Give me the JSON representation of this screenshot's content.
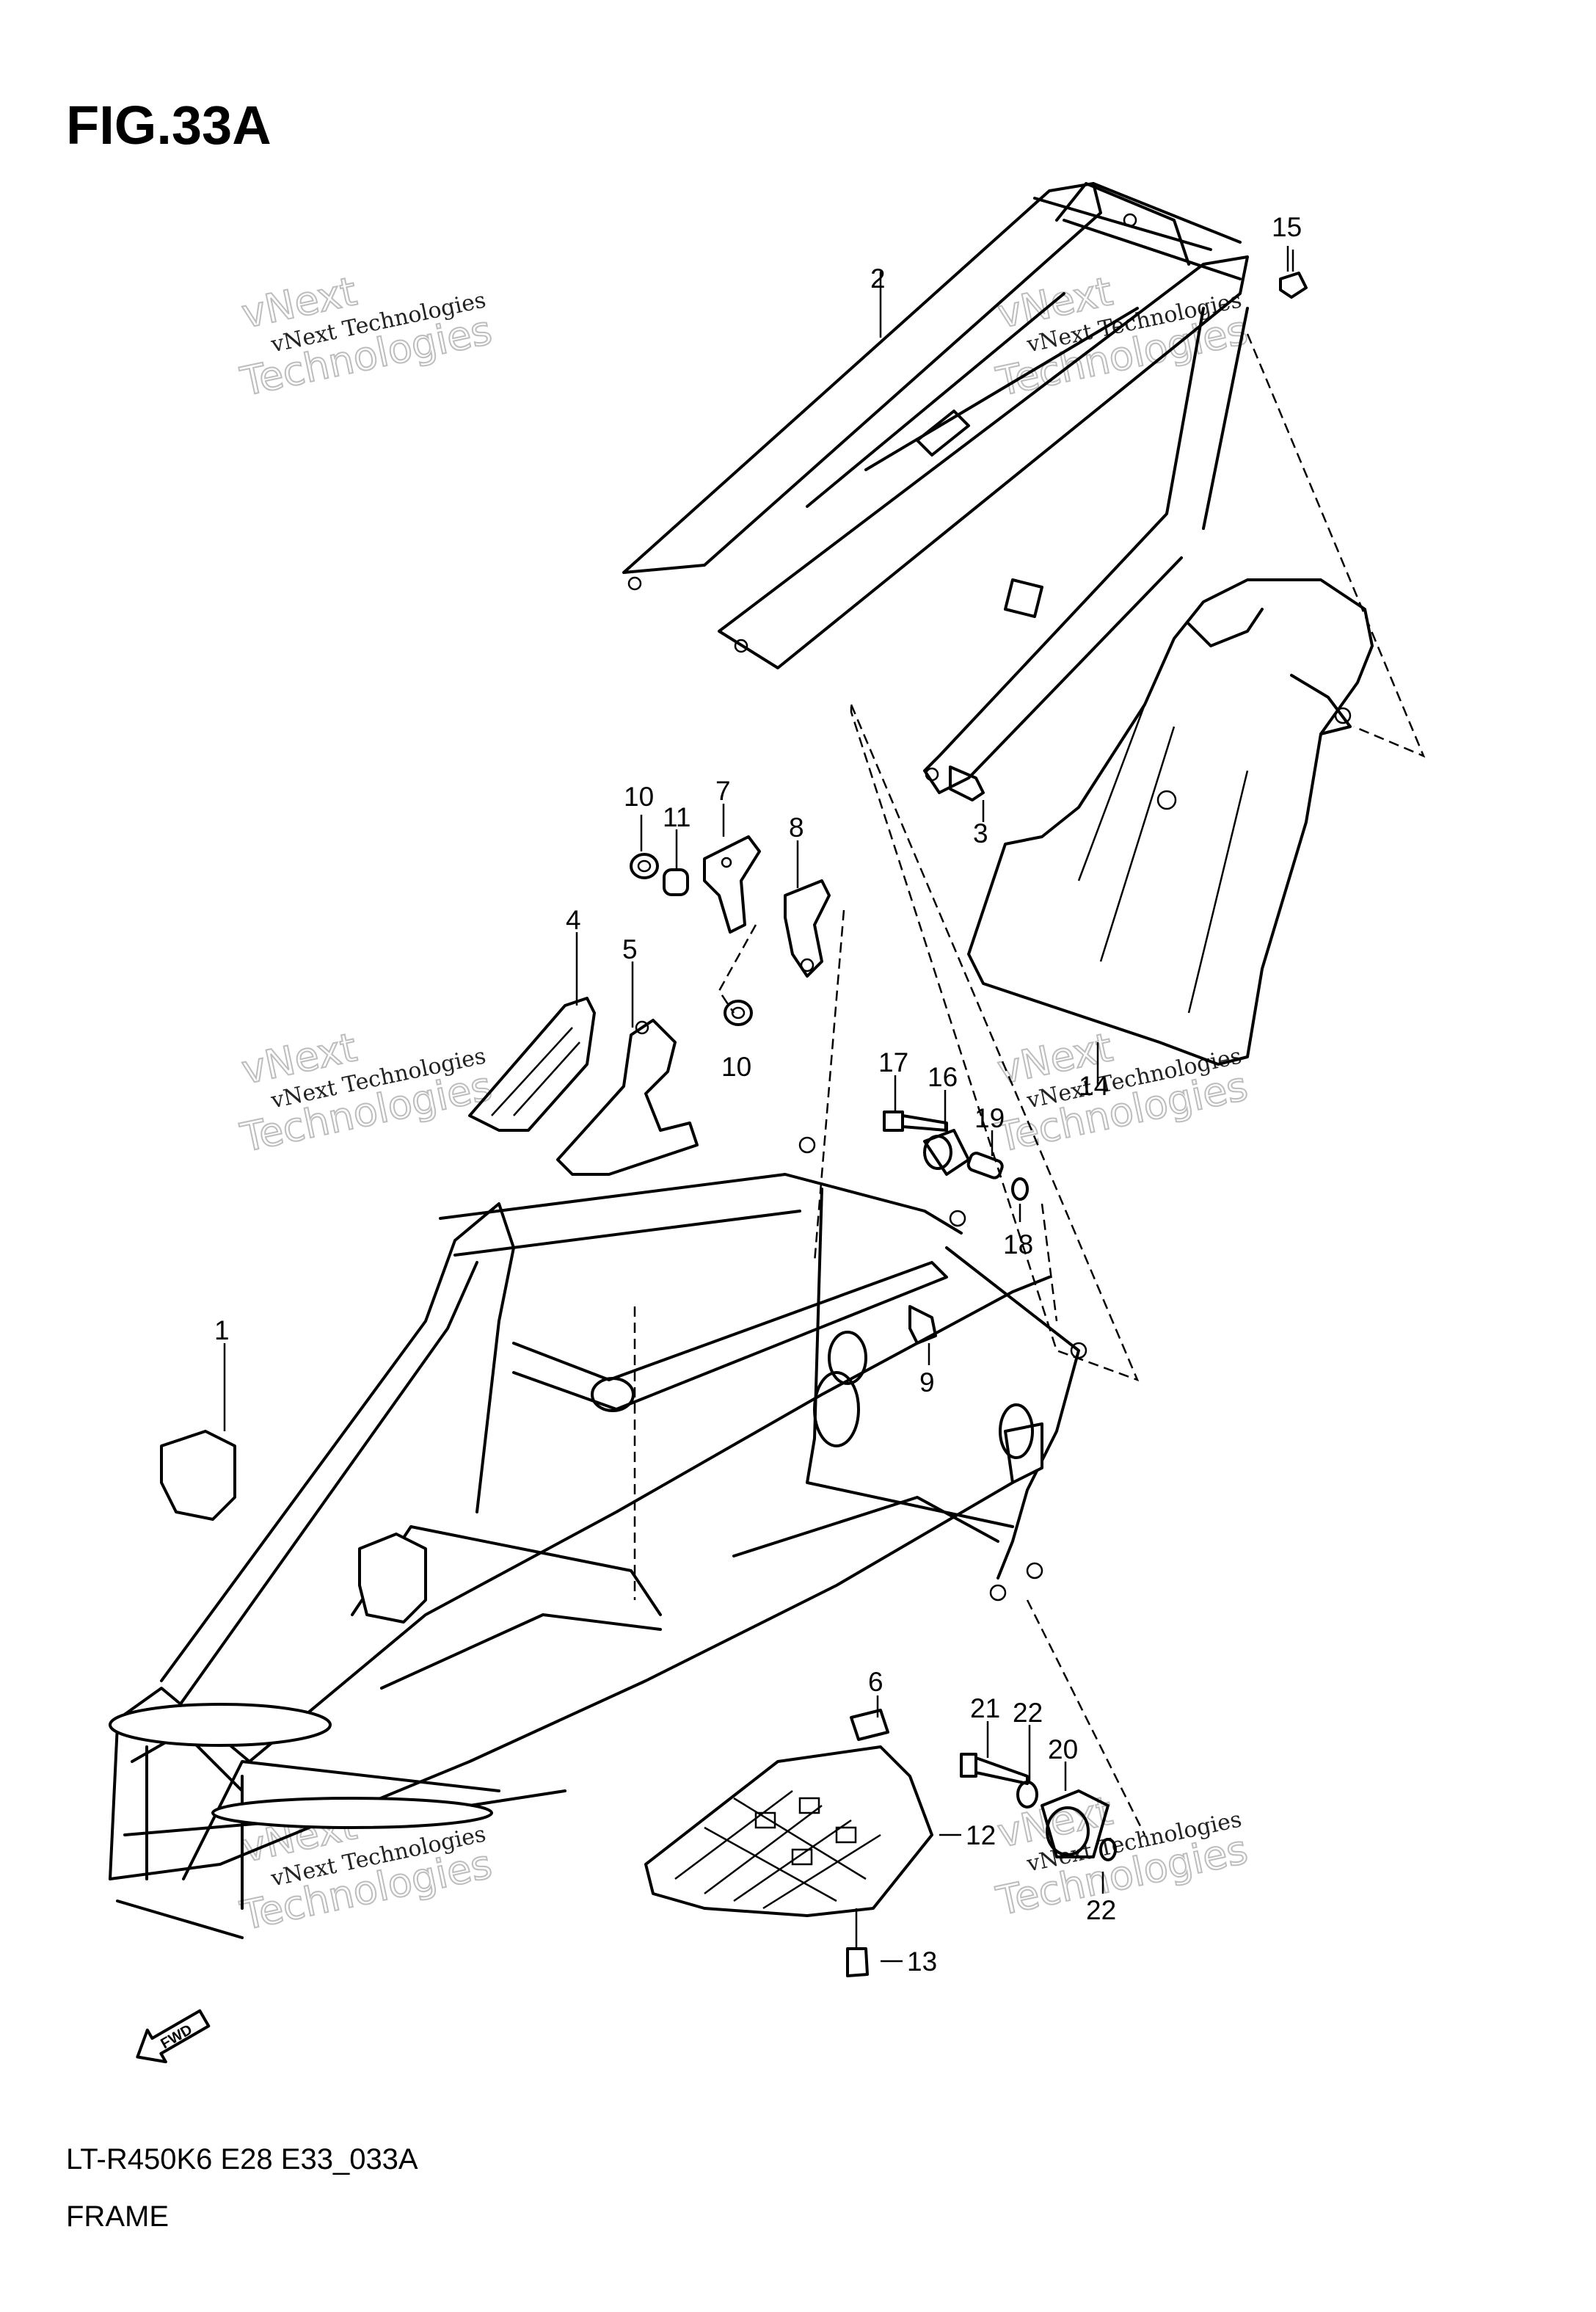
{
  "figure": {
    "title": "FIG.33A",
    "model_code": "LT-R450K6  E28  E33_033A",
    "name": "FRAME"
  },
  "watermark": {
    "line_small": "vNext Technologies",
    "line_big": "Technologies",
    "line_top": "vNext"
  },
  "callouts": [
    "1",
    "2",
    "3",
    "4",
    "5",
    "6",
    "7",
    "8",
    "9",
    "10",
    "10",
    "11",
    "12",
    "13",
    "14",
    "15",
    "16",
    "17",
    "18",
    "19",
    "20",
    "21",
    "22",
    "22"
  ],
  "fwd_label": "FWD"
}
